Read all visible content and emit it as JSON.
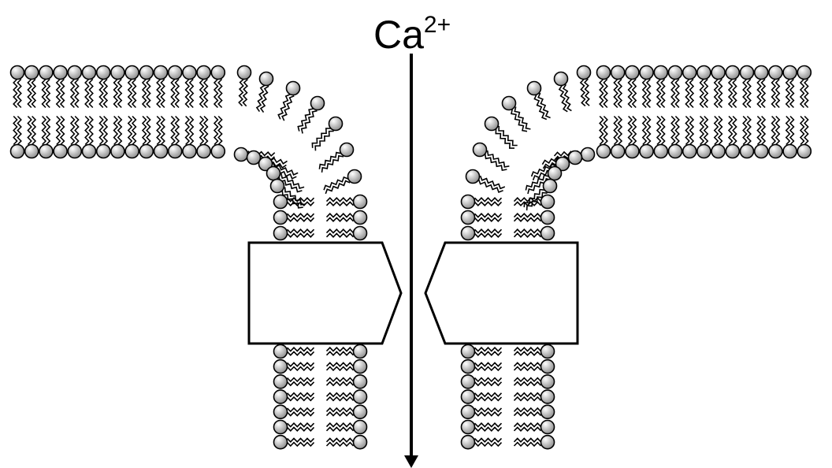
{
  "label": {
    "base": "Ca",
    "charge": "2+"
  },
  "colors": {
    "stroke": "#000000",
    "head_fill_light": "#ffffff",
    "head_fill_dark": "#8a8a8a",
    "protein_fill": "#ffffff"
  },
  "elements": {
    "membrane": "lipid-bilayer",
    "pore_proteins": "channel-proteins",
    "flux_arrow": "arrow-down"
  }
}
